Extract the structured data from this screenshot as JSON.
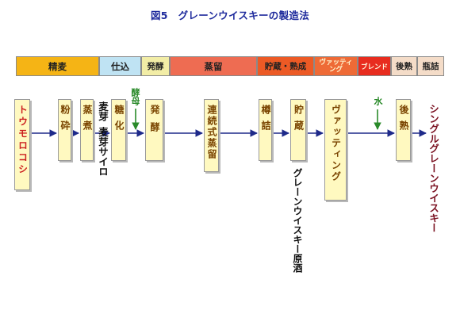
{
  "title": "図5　グレーンウイスキーの製造法",
  "stages": [
    {
      "id": "seibaku",
      "label": "精麦",
      "color": "#f5b415"
    },
    {
      "id": "shikomi",
      "label": "仕込",
      "color": "#bfe3f3"
    },
    {
      "id": "hakko",
      "label": "発酵",
      "color": "#f2eda6"
    },
    {
      "id": "joryu",
      "label": "蒸留",
      "color": "#ee6c52"
    },
    {
      "id": "chozo",
      "label": "貯蔵・熟成",
      "color": "#ec5a25"
    },
    {
      "id": "vatting",
      "label": "ヴァッティング",
      "color": "#ee6a36"
    },
    {
      "id": "blend",
      "label": "ブレンド",
      "color": "#e82c1f"
    },
    {
      "id": "kojuku",
      "label": "後熟",
      "color": "#f4dcc8"
    },
    {
      "id": "binzume",
      "label": "瓶詰",
      "color": "#f4dcc8"
    }
  ],
  "process": [
    {
      "id": "toumorokoshi",
      "label": "トウモロコシ"
    },
    {
      "id": "funsai",
      "label": "粉砕"
    },
    {
      "id": "joshu",
      "label": "蒸煮"
    },
    {
      "id": "touka",
      "label": "糖化"
    },
    {
      "id": "hakko_box",
      "label": "発酵"
    },
    {
      "id": "renzoku",
      "label": "連続式蒸留"
    },
    {
      "id": "taruzume",
      "label": "樽詰"
    },
    {
      "id": "chozo_box",
      "label": "貯蔵"
    },
    {
      "id": "vatting_box",
      "label": "ヴァッティング"
    },
    {
      "id": "kojuku_box",
      "label": "後熟"
    }
  ],
  "labels": {
    "bakuga": "麦芽",
    "bakuga_silo": "麦芽サイロ",
    "kobo": "酵母",
    "mizu": "水",
    "genshu": "グレーンウイスキー原酒",
    "product": "シングルグレーンウイスキー"
  },
  "colors": {
    "flow_line": "#1e2a8a",
    "input_arrow": "#2a8a2a"
  }
}
